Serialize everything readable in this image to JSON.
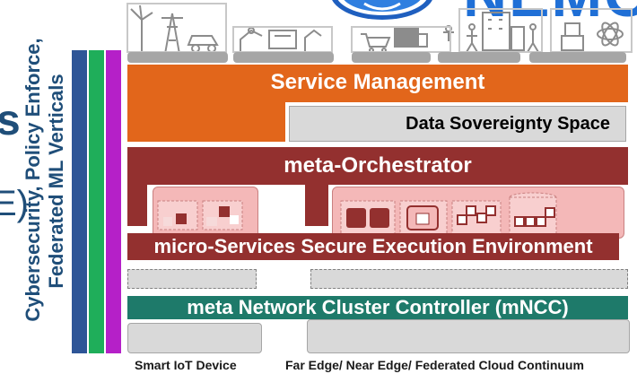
{
  "logo": {
    "text": "NEMO"
  },
  "left_cutoff": {
    "top_letter": "s",
    "bottom_letter": "E)"
  },
  "vertical_labels": {
    "line1": "Cybersecurity, Policy Enforce,",
    "line2": "Federated ML Verticals"
  },
  "layers": {
    "service_management": "Service Management",
    "data_sovereignty": "Data Sovereignty Space",
    "meta_orchestrator": "meta-Orchestrator",
    "secure_execution": "micro-Services Secure Execution Environment",
    "network_controller": "meta Network Cluster Controller (mNCC)"
  },
  "footer": {
    "left": "Smart IoT Device",
    "right": "Far Edge/ Near Edge/ Federated Cloud Continuum"
  },
  "colors": {
    "blue": "#2e5597",
    "green": "#1fae5a",
    "purple": "#b520c8",
    "orange": "#e2661b",
    "maroon": "#93302f",
    "pink": "#f4b8b8",
    "teal": "#1e7a6a",
    "grey": "#d9d9d9"
  },
  "icons": [
    "wind-turbine-icon",
    "power-pylon-icon",
    "car-icon",
    "robot-arm-icon",
    "factory-machine-icon",
    "shopping-cart-icon",
    "truck-icon",
    "drone-icon",
    "person-icon",
    "building-icon",
    "person-icon",
    "robot-icon",
    "atom-icon"
  ]
}
